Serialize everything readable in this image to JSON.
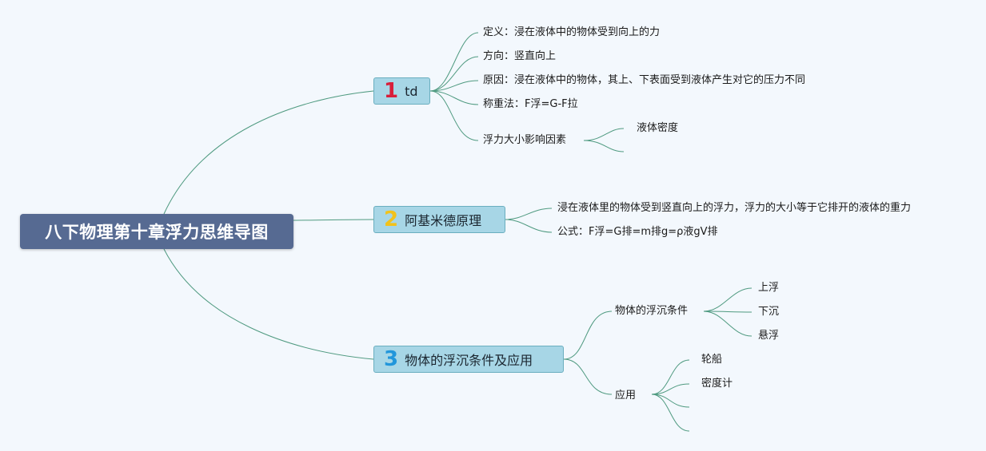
{
  "colors": {
    "root_bg": "#566a92",
    "branch_bg": "#a7d6e6",
    "line": "#4f9a80",
    "num1": "#d81e3a",
    "num2": "#f2c21b",
    "num3": "#2196db"
  },
  "root": {
    "title": "八下物理第十章浮力思维导图"
  },
  "branch1": {
    "num": "1",
    "label": "td",
    "items": [
      "定义：浸在液体中的物体受到向上的力",
      "方向：竖直向上",
      "原因：浸在液体中的物体，其上、下表面受到液体产生对它的压力不同",
      "称重法：F浮=G-F拉",
      "浮力大小影响因素"
    ],
    "factors": [
      "液体密度",
      ""
    ]
  },
  "branch2": {
    "num": "2",
    "label": "阿基米德原理",
    "items": [
      "浸在液体里的物体受到竖直向上的浮力，浮力的大小等于它排开的液体的重力",
      "公式：F浮=G排=m排g=ρ液gV排"
    ]
  },
  "branch3": {
    "num": "3",
    "label": "物体的浮沉条件及应用",
    "conditions": {
      "label": "物体的浮沉条件",
      "items": [
        "上浮",
        "下沉",
        "悬浮"
      ]
    },
    "applications": {
      "label": "应用",
      "items": [
        "轮船",
        "密度计",
        "",
        ""
      ]
    }
  }
}
